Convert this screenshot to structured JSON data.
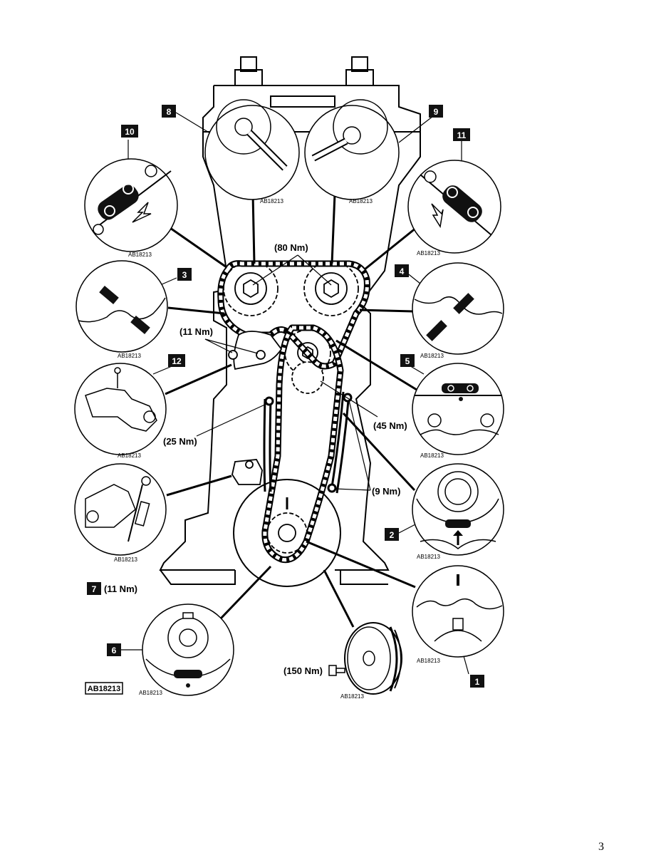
{
  "figure_ref": "AB18213",
  "detail_ref": "AB18213",
  "callouts": {
    "n1": "1",
    "n2": "2",
    "n3": "3",
    "n4": "4",
    "n5": "5",
    "n6": "6",
    "n7": "7",
    "n8": "8",
    "n9": "9",
    "n10": "10",
    "n11": "11",
    "n12": "12"
  },
  "torques": {
    "camshaft": "(80 Nm)",
    "guide_bolts": "(11 Nm)",
    "idler": "(45 Nm)",
    "left_guide": "(25 Nm)",
    "right_guide": "(9 Nm)",
    "tensioner": "(11 Nm)",
    "crank_pulley": "(150 Nm)"
  },
  "page_number": "3"
}
